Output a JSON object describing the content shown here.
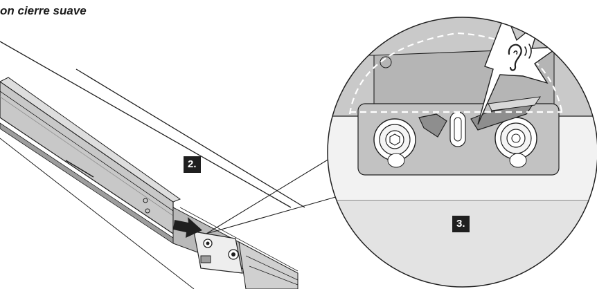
{
  "caption": {
    "text": "on cierre suave"
  },
  "steps": [
    {
      "label": "2."
    },
    {
      "label": "3."
    }
  ],
  "icons": [
    "ear-sound-icon",
    "arrow-right-icon",
    "burst-icon"
  ],
  "colors": {
    "line": "#1f1f1f",
    "rail_gray": "#c8c8c8",
    "panel_gray": "#b9b9b9",
    "dark_gray": "#8e8e8e",
    "dashed": "#ffffff",
    "badge_bg": "#1f1f1f",
    "badge_text": "#ffffff"
  }
}
